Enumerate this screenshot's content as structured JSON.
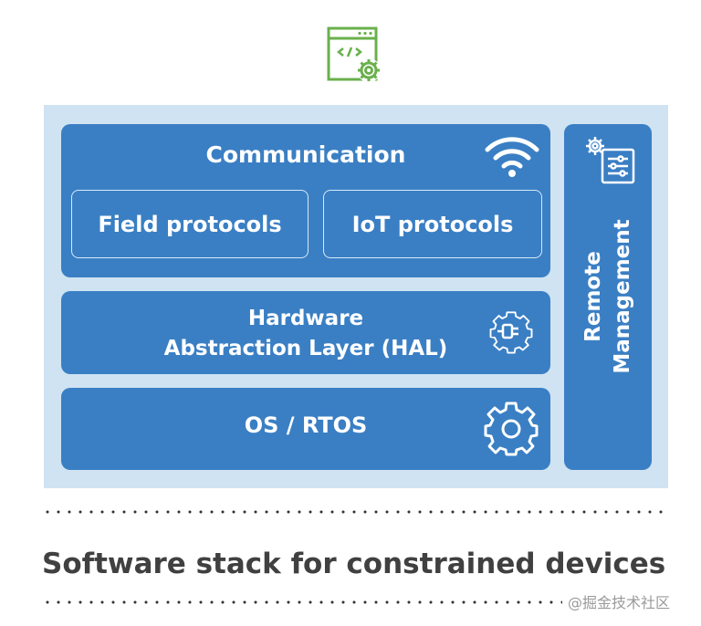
{
  "colors": {
    "block_blue": "#3a7fc4",
    "background_blue": "#cfe3f2",
    "icon_green": "#6ab04c",
    "caption_gray": "#404040"
  },
  "top_icon": {
    "name": "code-window-gear-icon"
  },
  "stack": {
    "communication": {
      "title": "Communication",
      "icon": "wifi-icon",
      "protocols": [
        "Field protocols",
        "IoT protocols"
      ]
    },
    "hal": {
      "line1": "Hardware",
      "line2": "Abstraction Layer (HAL)",
      "icon": "plug-gear-icon"
    },
    "os": {
      "label": "OS / RTOS",
      "icon": "gear-icon"
    },
    "remote": {
      "line1": "Remote",
      "line2": "Management",
      "icon": "settings-panel-icon"
    }
  },
  "caption": "Software stack for constrained devices",
  "watermark": "@掘金技术社区"
}
